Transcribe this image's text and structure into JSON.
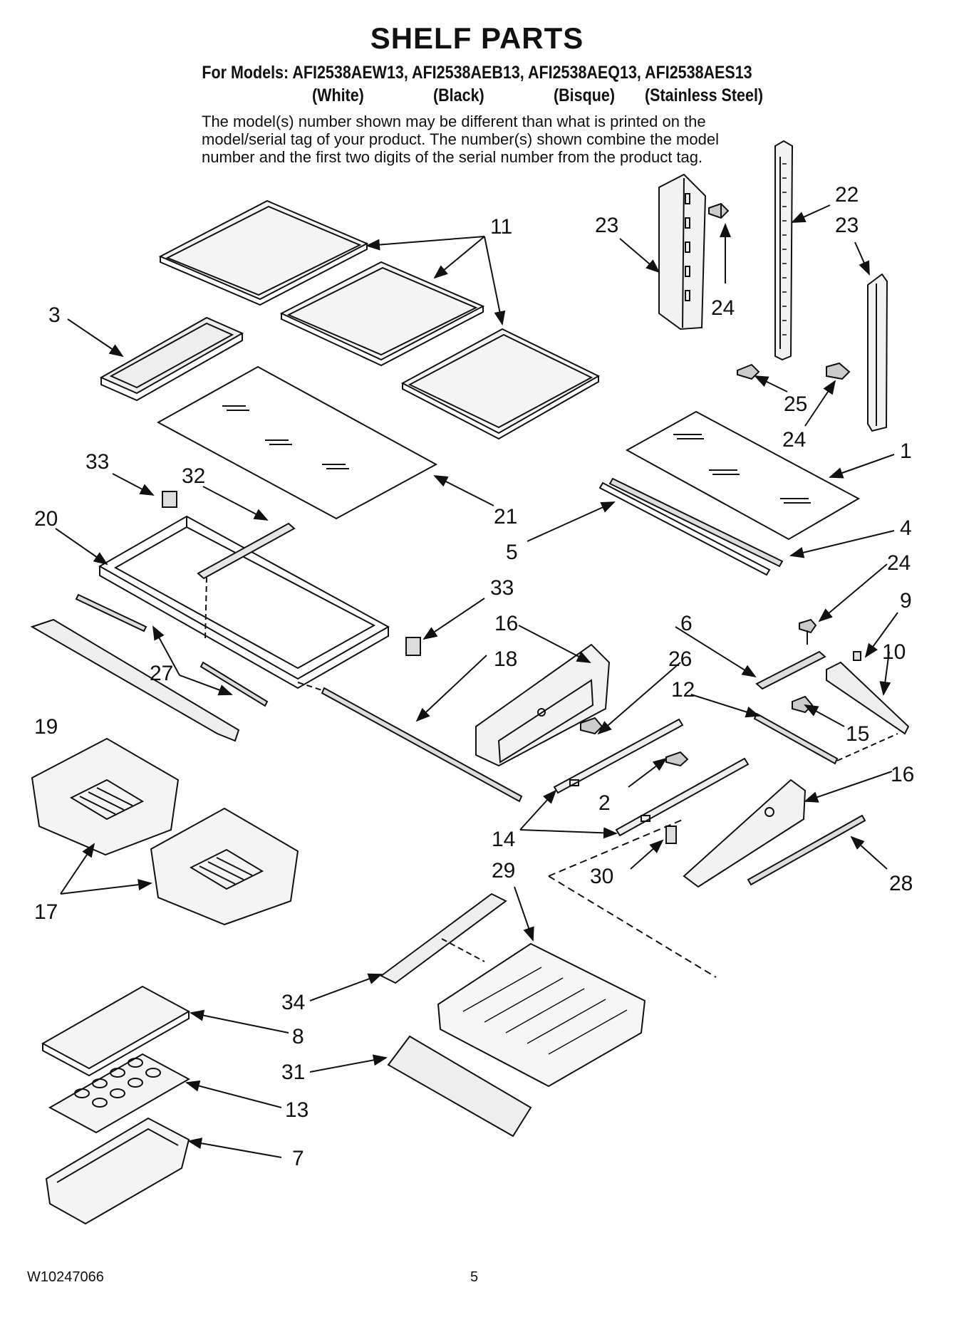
{
  "header": {
    "title": "SHELF PARTS",
    "models_line": "For Models: AFI2538AEW13, AFI2538AEB13, AFI2538AEQ13, AFI2538AES13",
    "variants": [
      "(White)",
      "(Black)",
      "(Bisque)",
      "(Stainless Steel)"
    ],
    "note_lines": [
      "The model(s) number shown may be different than what is printed on the",
      "model/serial tag of your product. The number(s) shown combine the model",
      "number and the first two digits of the serial number from the product tag."
    ]
  },
  "callouts": [
    "11",
    "3",
    "23",
    "22",
    "23",
    "24",
    "25",
    "24",
    "21",
    "33",
    "32",
    "20",
    "1",
    "5",
    "4",
    "24",
    "33",
    "16",
    "6",
    "9",
    "18",
    "26",
    "27",
    "12",
    "10",
    "15",
    "19",
    "16",
    "2",
    "14",
    "17",
    "29",
    "30",
    "28",
    "34",
    "8",
    "31",
    "13",
    "7"
  ],
  "footer": {
    "doc_number": "W10247066",
    "page_number": "5"
  }
}
